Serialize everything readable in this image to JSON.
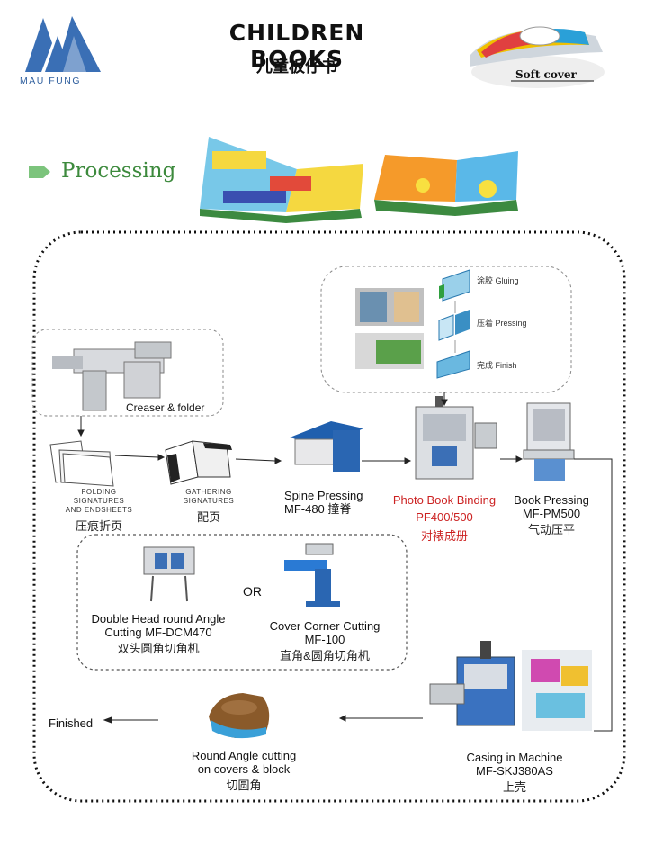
{
  "header": {
    "brand": "MAU FUNG",
    "title": "CHILDREN BOOKS",
    "subtitle_zh": "儿童板仔书",
    "cover_label": "Soft cover"
  },
  "section": {
    "heading": "Processing"
  },
  "gluing_legend": {
    "gluing": "涂胶 Gluing",
    "pressing": "压着 Pressing",
    "finish": "完成 Finish"
  },
  "steps": {
    "creaser": "Creaser & folder",
    "folding": {
      "line1": "FOLDING",
      "line2": "SIGNATURES",
      "line3": "AND ENDSHEETS",
      "zh": "压痕折页"
    },
    "gathering": {
      "line1": "GATHERING",
      "line2": "SIGNATURES",
      "zh": "配页"
    },
    "spine": {
      "line1": "Spine Pressing",
      "line2": "MF-480 撞脊"
    },
    "binding": {
      "line1": "Photo  Book Binding",
      "line2": "PF400/500",
      "zh": "对裱成册"
    },
    "book_pressing": {
      "line1": "Book Pressing",
      "line2": "MF-PM500",
      "zh": "气动压平"
    },
    "double_head": {
      "line1": "Double Head round Angle",
      "line2": "Cutting MF-DCM470",
      "zh": "双头圆角切角机"
    },
    "or": "OR",
    "corner": {
      "line1": "Cover Corner Cutting",
      "line2": "MF-100",
      "zh": "直角&圆角切角机"
    },
    "casing": {
      "line1": "Casing in Machine",
      "line2": "MF-SKJ380AS",
      "zh": "上壳"
    },
    "round": {
      "line1": "Round Angle cutting",
      "line2": "on covers & block",
      "zh": "切圆角"
    },
    "finished": "Finished"
  },
  "colors": {
    "brand_blue": "#2f5f9e",
    "processing_green": "#3d8a3d",
    "binding_red": "#cc2222"
  }
}
